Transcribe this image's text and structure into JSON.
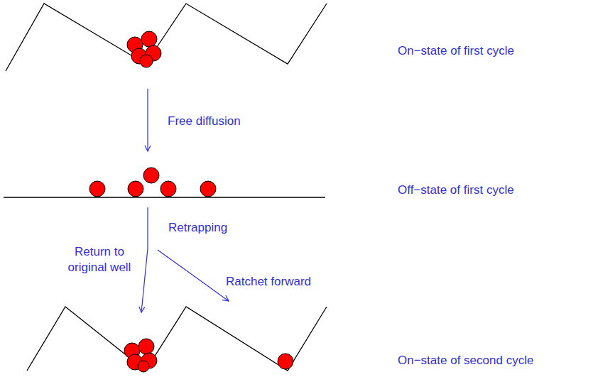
{
  "diagram": {
    "labels": [
      "On−state of first cycle",
      "Free diffusion",
      "Off−state of first cycle",
      "Retrapping",
      "Return to original well",
      "Ratchet forward",
      "On−state of second cycle"
    ]
  }
}
